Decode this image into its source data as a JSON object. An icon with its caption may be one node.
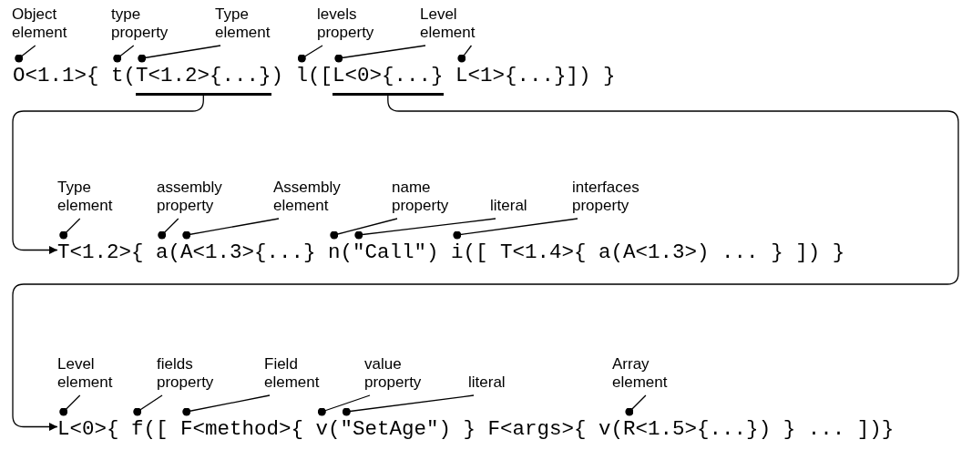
{
  "diagram": {
    "nodes": [
      {
        "text": [
          "Object element"
        ]
      },
      {
        "text": [
          "type property"
        ]
      },
      {
        "text": [
          "Type element"
        ]
      },
      {
        "text": [
          "levels property"
        ]
      },
      {
        "text": [
          "Level element"
        ]
      },
      {
        "text": [
          "O<1.1>{ t(T<1.2>{...}) l([L<0>{...} L<1>{...}]) }"
        ]
      },
      {
        "text": [],
        "shape": "bar"
      },
      {
        "text": [],
        "shape": "bar"
      },
      {
        "text": [
          "Type element"
        ]
      },
      {
        "text": [
          "assembly property"
        ]
      },
      {
        "text": [
          "Assembly element"
        ]
      },
      {
        "text": [
          "name property"
        ]
      },
      {
        "text": [
          "literal"
        ]
      },
      {
        "text": [
          "interfaces property"
        ]
      },
      {
        "text": [
          "T<1.2>{ a(A<1.3>{...} n(\"Call\") i([ T<1.4>{ a(A<1.3>) ... } ]) }"
        ]
      },
      {
        "text": [
          "Level element"
        ]
      },
      {
        "text": [
          "fields property"
        ]
      },
      {
        "text": [
          "Field element"
        ]
      },
      {
        "text": [
          "value property"
        ]
      },
      {
        "text": [
          "literal"
        ]
      },
      {
        "text": [
          "Array element"
        ]
      },
      {
        "text": [
          "L<0>{ f([ F<method>{ v(\"SetAge\") } F<args>{ v(R<1.5>{...}) } ... ])}"
        ]
      }
    ],
    "edges": [
      {
        "from": 0,
        "to": 5,
        "arrow": "other"
      },
      {
        "from": 1,
        "to": 5,
        "arrow": "other"
      },
      {
        "from": 2,
        "to": 5,
        "arrow": "other"
      },
      {
        "from": 3,
        "to": 5,
        "arrow": "other"
      },
      {
        "from": 4,
        "to": 5,
        "arrow": "other"
      },
      {
        "from": 4,
        "to": 5,
        "arrow": "other"
      },
      {
        "from": 6,
        "to": 14,
        "arrow": "to"
      },
      {
        "from": 7,
        "to": 21,
        "arrow": "to"
      },
      {
        "from": 8,
        "to": 14,
        "arrow": "other"
      },
      {
        "from": 9,
        "to": 14,
        "arrow": "other"
      },
      {
        "from": 10,
        "to": 14,
        "arrow": "other"
      },
      {
        "from": 11,
        "to": 14,
        "arrow": "other"
      },
      {
        "from": 12,
        "to": 14,
        "arrow": "other"
      },
      {
        "from": 13,
        "to": 14,
        "arrow": "other"
      },
      {
        "from": 15,
        "to": 21,
        "arrow": "other"
      },
      {
        "from": 16,
        "to": 21,
        "arrow": "other"
      },
      {
        "from": 17,
        "to": 21,
        "arrow": "other"
      },
      {
        "from": 18,
        "to": 21,
        "arrow": "other"
      },
      {
        "from": 19,
        "to": 21,
        "arrow": "other"
      },
      {
        "from": 20,
        "to": 21,
        "arrow": "other"
      }
    ]
  }
}
